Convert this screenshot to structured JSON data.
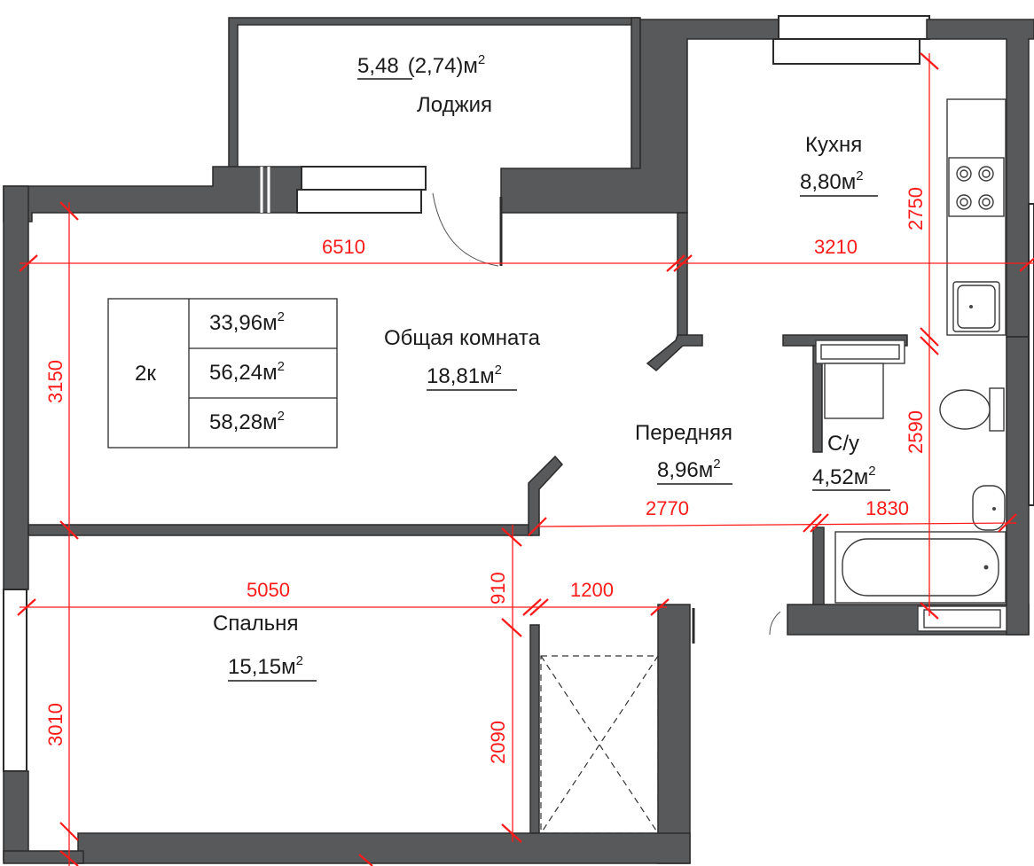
{
  "plan": {
    "apartment_type": "2к",
    "areas": [
      "33,96",
      "56,24",
      "58,28"
    ],
    "unit": "м",
    "sup": "2"
  },
  "rooms": {
    "loggia": {
      "name": "Лоджия",
      "area": "5,48",
      "area_reduced": "(2,74)"
    },
    "kitchen": {
      "name": "Кухня",
      "area": "8,80"
    },
    "living": {
      "name": "Общая комната",
      "area": "18,81"
    },
    "hall": {
      "name": "Передняя",
      "area": "8,96"
    },
    "bath": {
      "name": "С/у",
      "area": "4,52"
    },
    "bedroom": {
      "name": "Спальня",
      "area": "15,15"
    }
  },
  "dimensions": {
    "living_width": "6510",
    "kitchen_width": "3210",
    "kitchen_depth": "2750",
    "living_depth": "3150",
    "bath_depth": "2590",
    "hall_width": "2770",
    "bath_width": "1830",
    "bedroom_width": "5050",
    "wardrobe_gap": "910",
    "wardrobe_width": "1200",
    "bedroom_depth": "3010",
    "wardrobe_depth": "2090"
  },
  "colors": {
    "wall": "#58595b",
    "dimension": "#ff1a1a",
    "text": "#1a1a1a"
  }
}
